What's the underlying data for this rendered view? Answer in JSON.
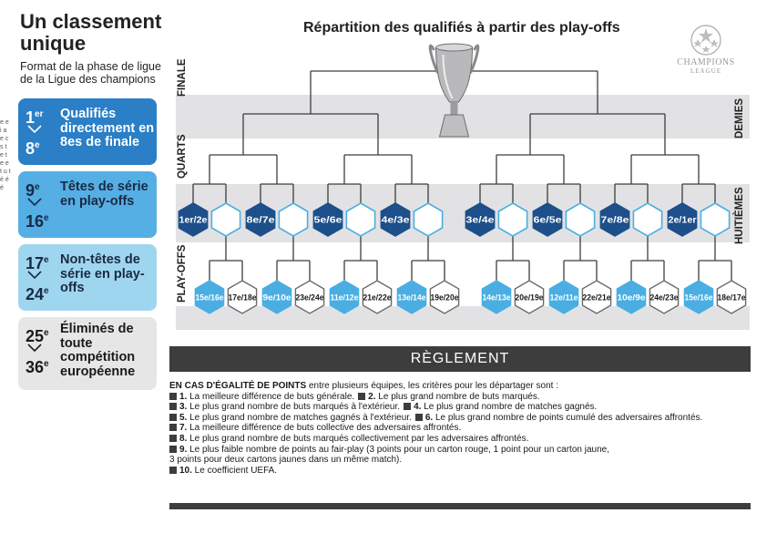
{
  "left": {
    "title": "Un classement unique",
    "subtitle": "Format de la phase de ligue de la Ligue des champions",
    "tiers": [
      {
        "top_rank": "1",
        "top_sup": "er",
        "bottom_rank": "8",
        "bottom_sup": "e",
        "label": "Qualifiés directement en 8es de finale",
        "bg": "#2a7fc6",
        "color": "#ffffff"
      },
      {
        "top_rank": "9",
        "top_sup": "e",
        "bottom_rank": "16",
        "bottom_sup": "e",
        "label": "Têtes de série en play-offs",
        "bg": "#55aee4",
        "color": "#1a2a44"
      },
      {
        "top_rank": "17",
        "top_sup": "e",
        "bottom_rank": "24",
        "bottom_sup": "e",
        "label": "Non-têtes de série en play-offs",
        "bg": "#9fd6ef",
        "color": "#1a2a44"
      },
      {
        "top_rank": "25",
        "top_sup": "e",
        "bottom_rank": "36",
        "bottom_sup": "e",
        "label": "Éliminés de toute compétition européenne",
        "bg": "#e6e6e6",
        "color": "#1a1a1a"
      }
    ]
  },
  "edge_text": "e e i a e c s t e t e e t u t é é é",
  "bracket": {
    "title": "Répartition des qualifiés à partir des play-offs",
    "round_labels": {
      "finale": "FINALE",
      "demies": "DEMIES",
      "quarts": "QUARTS",
      "huitiemes": "HUITIÈMES",
      "playoffs": "PLAY-OFFS"
    },
    "logo": {
      "line1": "CHAMPIONS",
      "line2": "LEAGUE"
    },
    "huitiemes": [
      {
        "label": "1er/2e",
        "style": "dark"
      },
      {
        "label": "",
        "style": "empty"
      },
      {
        "label": "8e/7e",
        "style": "dark"
      },
      {
        "label": "",
        "style": "empty"
      },
      {
        "label": "5e/6e",
        "style": "dark"
      },
      {
        "label": "",
        "style": "empty"
      },
      {
        "label": "4e/3e",
        "style": "dark"
      },
      {
        "label": "",
        "style": "empty"
      },
      {
        "label": "3e/4e",
        "style": "dark"
      },
      {
        "label": "",
        "style": "empty"
      },
      {
        "label": "6e/5e",
        "style": "dark"
      },
      {
        "label": "",
        "style": "empty"
      },
      {
        "label": "7e/8e",
        "style": "dark"
      },
      {
        "label": "",
        "style": "empty"
      },
      {
        "label": "2e/1er",
        "style": "dark"
      },
      {
        "label": "",
        "style": "empty"
      }
    ],
    "playoffs": [
      {
        "label": "15e/16e",
        "style": "light"
      },
      {
        "label": "17e/18e",
        "style": "white"
      },
      {
        "label": "9e/10e",
        "style": "light"
      },
      {
        "label": "23e/24e",
        "style": "white"
      },
      {
        "label": "11e/12e",
        "style": "light"
      },
      {
        "label": "21e/22e",
        "style": "white"
      },
      {
        "label": "13e/14e",
        "style": "light"
      },
      {
        "label": "19e/20e",
        "style": "white"
      },
      {
        "label": "14e/13e",
        "style": "light"
      },
      {
        "label": "20e/19e",
        "style": "white"
      },
      {
        "label": "12e/11e",
        "style": "light"
      },
      {
        "label": "22e/21e",
        "style": "white"
      },
      {
        "label": "10e/9e",
        "style": "light"
      },
      {
        "label": "24e/23e",
        "style": "white"
      },
      {
        "label": "15e/16e",
        "style": "light"
      },
      {
        "label": "18e/17e",
        "style": "white"
      }
    ],
    "colors": {
      "dark": "#1d4f8a",
      "light": "#4aaee2",
      "line": "#3d3d3d",
      "band": "#e2e2e4"
    }
  },
  "reglement": {
    "header": "RÈGLEMENT",
    "intro_bold": "EN CAS D'ÉGALITÉ DE POINTS",
    "intro_rest": " entre plusieurs équipes, les critères pour les départager sont :",
    "lines": [
      [
        {
          "num": "1.",
          "text": " La meilleure différence de buts générale."
        },
        {
          "num": "2.",
          "text": " Le plus grand nombre de buts marqués."
        }
      ],
      [
        {
          "num": "3.",
          "text": " Le plus grand nombre de buts marqués à l'extérieur."
        },
        {
          "num": "4.",
          "text": " Le plus grand nombre de matches gagnés."
        }
      ],
      [
        {
          "num": "5.",
          "text": " Le plus grand nombre de matches gagnés à l'extérieur."
        },
        {
          "num": "6.",
          "text": " Le plus grand nombre de points cumulé des adversaires affrontés."
        }
      ],
      [
        {
          "num": "7.",
          "text": " La meilleure différence de buts collective des adversaires affrontés."
        }
      ],
      [
        {
          "num": "8.",
          "text": " Le plus grand nombre de buts marqués collectivement par les adversaires affrontés."
        }
      ],
      [
        {
          "num": "9.",
          "text": " Le plus faible nombre de points au fair-play (3 points pour un carton rouge, 1 point pour un carton jaune,"
        }
      ],
      [
        {
          "num": "",
          "text": "3 points pour deux cartons jaunes dans un même match)."
        }
      ],
      [
        {
          "num": "10.",
          "text": " Le coefficient UEFA."
        }
      ]
    ]
  }
}
